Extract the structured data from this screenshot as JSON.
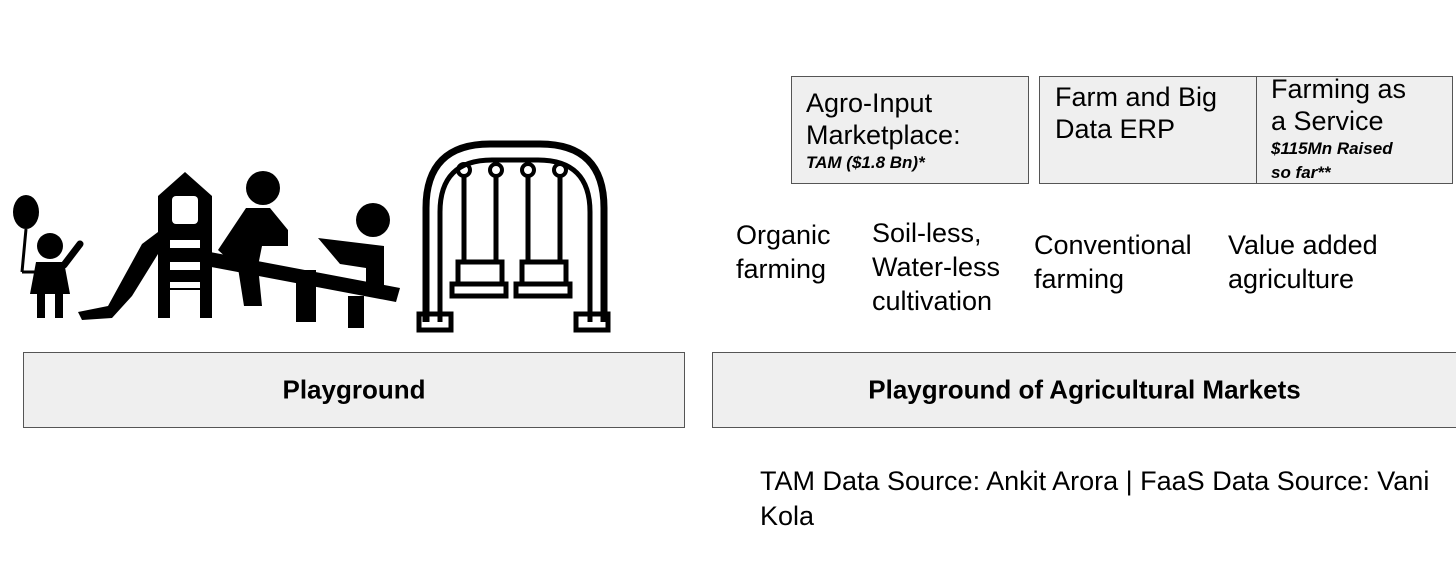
{
  "left_bar": {
    "label": "Playground"
  },
  "right_bar": {
    "label": "Playground of Agricultural Markets"
  },
  "top_boxes": [
    {
      "title": "Agro-Input\nMarketplace:",
      "subtitle": "TAM ($1.8 Bn)*"
    },
    {
      "title": "Farm and Big\nData ERP",
      "subtitle": ""
    },
    {
      "title": "Farming as\na Service",
      "subtitle": "$115Mn Raised\nso far**"
    }
  ],
  "segments": [
    {
      "label": "Organic\nfarming"
    },
    {
      "label": "Soil-less,\nWater-less\ncultivation"
    },
    {
      "label": "Conventional\nfarming"
    },
    {
      "label": "Value added\nagriculture"
    }
  ],
  "source_note": "TAM Data Source: Ankit Arora | FaaS Data Source: Vani Kola",
  "illustration": {
    "icons": [
      "child-with-balloon-icon",
      "slide-icon",
      "seesaw-icon",
      "swing-set-icon"
    ],
    "color": "#000000"
  }
}
